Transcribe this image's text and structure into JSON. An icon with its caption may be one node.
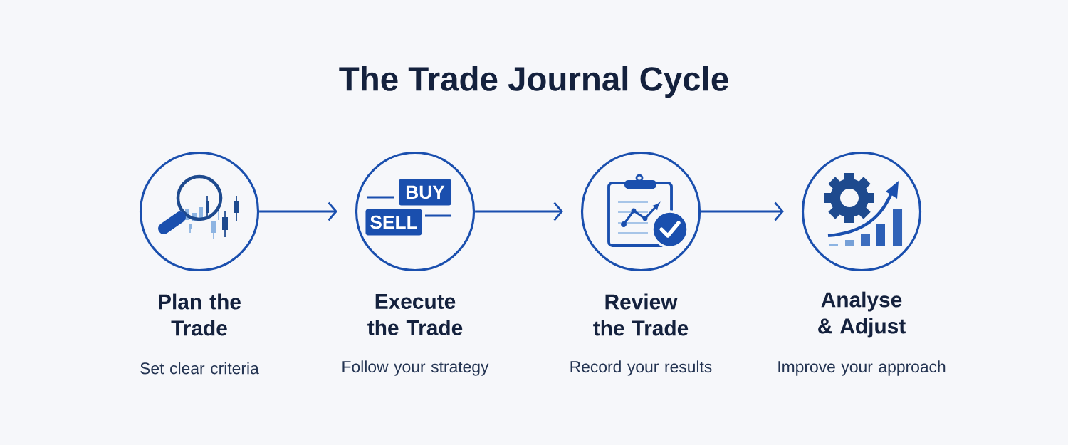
{
  "diagram": {
    "title": "The Trade Journal Cycle",
    "nodes": [
      {
        "text": [],
        "shape": "circle",
        "beside": [
          "Plan the Trade",
          "Set clear criteria"
        ]
      },
      {
        "text": [
          "BUY",
          "SELL"
        ],
        "beside": [
          "Execute the Trade",
          "Follow your strategy"
        ]
      },
      {
        "text": [],
        "shape": "circle",
        "beside": [
          "Review the Trade",
          "Record your results"
        ]
      },
      {
        "text": [],
        "shape": "circle",
        "beside": [
          "Analyse & Adjust",
          "Improve your approach"
        ]
      }
    ],
    "edges": [
      {
        "from": 0,
        "to": 1,
        "arrow": "to"
      },
      {
        "from": 1,
        "to": 2,
        "arrow": "to"
      },
      {
        "from": 2,
        "to": 3,
        "arrow": "to"
      }
    ]
  }
}
